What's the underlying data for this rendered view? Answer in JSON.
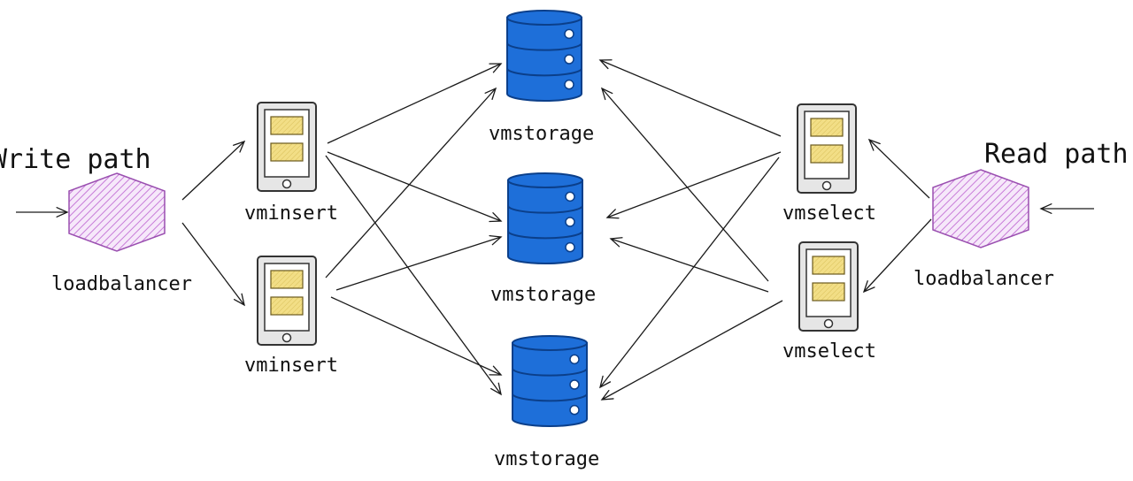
{
  "titles": {
    "write": "Write path",
    "read": "Read path"
  },
  "loadbalancers": [
    {
      "label": "loadbalancer"
    },
    {
      "label": "loadbalancer"
    }
  ],
  "vminsert": [
    {
      "label": "vminsert"
    },
    {
      "label": "vminsert"
    }
  ],
  "vmstorage": [
    {
      "label": "vmstorage"
    },
    {
      "label": "vmstorage"
    },
    {
      "label": "vmstorage"
    }
  ],
  "vmselect": [
    {
      "label": "vmselect"
    },
    {
      "label": "vmselect"
    }
  ],
  "colors": {
    "loadbalancer_fill": "#c77bd8",
    "loadbalancer_stroke": "#9a4fb0",
    "storage_fill": "#1e6fd9",
    "storage_stroke": "#0b3f8a",
    "device_body": "#e6e6e6",
    "device_stroke": "#333333",
    "slot_fill": "#f2de86"
  },
  "icons": {
    "loadbalancer": "hexagon-icon",
    "vminsert": "device-icon",
    "vmselect": "device-icon",
    "vmstorage": "database-icon"
  }
}
